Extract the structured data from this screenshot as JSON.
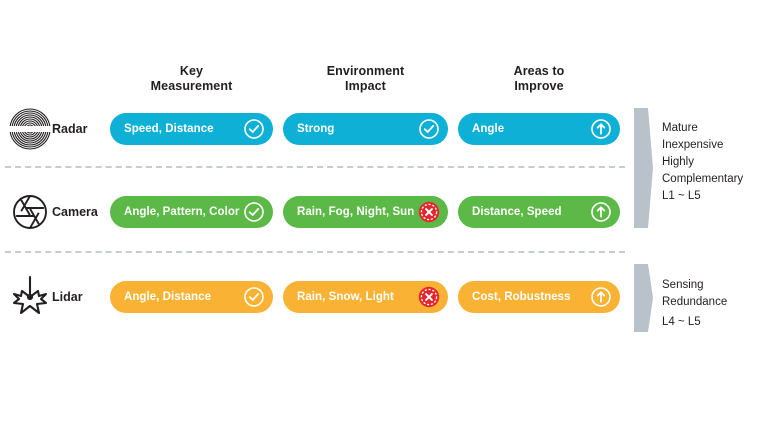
{
  "colors": {
    "radar": "#0fb0d6",
    "camera": "#5cb947",
    "lidar": "#f9b233",
    "check": "#ffffff",
    "cross": "#e4262c",
    "arrow": "#ffffff",
    "divider": "#c6ccd2",
    "chevron": "#b9c2cb",
    "text_dark": "#231f20",
    "background": "#ffffff"
  },
  "headers": [
    {
      "id": "key-measurement",
      "line1": "Key",
      "line2": "Measurement"
    },
    {
      "id": "environment-impact",
      "line1": "Environment",
      "line2": "Impact"
    },
    {
      "id": "areas-to-improve",
      "line1": "Areas to",
      "line2": "Improve"
    }
  ],
  "rows": [
    {
      "id": "radar",
      "label": "Radar",
      "icon": "radar-waves-icon",
      "color": "#0fb0d6",
      "cells": [
        {
          "text": "Speed, Distance",
          "badge": "check-icon"
        },
        {
          "text": "Strong",
          "badge": "check-icon"
        },
        {
          "text": "Angle",
          "badge": "arrow-up-icon"
        }
      ]
    },
    {
      "id": "camera",
      "label": "Camera",
      "icon": "camera-aperture-icon",
      "color": "#5cb947",
      "cells": [
        {
          "text": "Angle, Pattern, Color",
          "badge": "check-icon"
        },
        {
          "text": "Rain, Fog, Night, Sun",
          "badge": "cross-icon"
        },
        {
          "text": "Distance, Speed",
          "badge": "arrow-up-icon"
        }
      ]
    },
    {
      "id": "lidar",
      "label": "Lidar",
      "icon": "lidar-burst-icon",
      "color": "#f9b233",
      "cells": [
        {
          "text": "Angle, Distance",
          "badge": "check-icon"
        },
        {
          "text": "Rain, Snow, Light",
          "badge": "cross-icon"
        },
        {
          "text": "Cost, Robustness",
          "badge": "arrow-up-icon"
        }
      ]
    }
  ],
  "notes": [
    {
      "id": "mature-note",
      "lines": [
        "Mature",
        "Inexpensive",
        "Highly",
        "Complementary",
        "L1 ~ L5"
      ]
    },
    {
      "id": "redundance-note",
      "lines": [
        "Sensing",
        "Redundance",
        "L4 ~ L5"
      ]
    }
  ]
}
